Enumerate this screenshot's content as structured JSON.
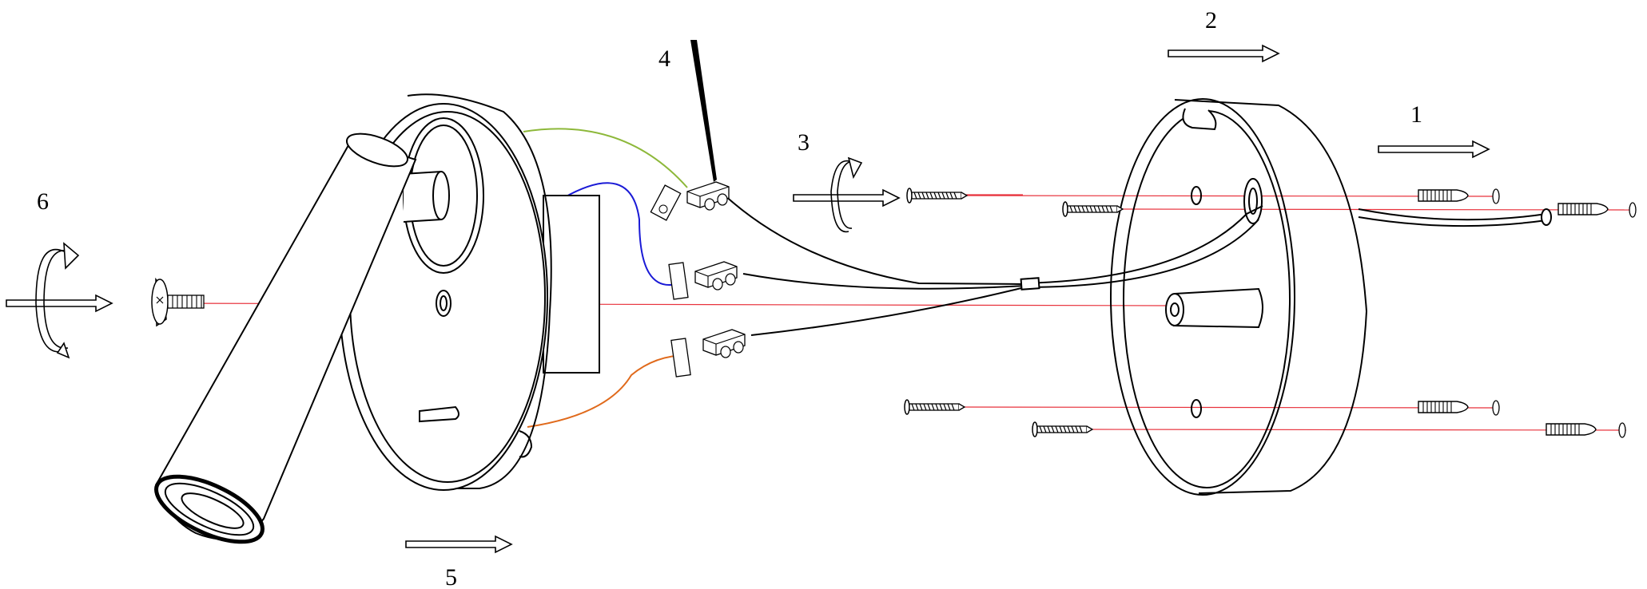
{
  "steps": [
    {
      "number": "1"
    },
    {
      "number": "2"
    },
    {
      "number": "3"
    },
    {
      "number": "4"
    },
    {
      "number": "5"
    },
    {
      "number": "6"
    }
  ],
  "colors": {
    "guide_line": "#e8323c",
    "wire_green": "#8db83a",
    "wire_blue": "#1a1ad6",
    "wire_orange": "#e06a1c",
    "outline": "#000000"
  }
}
